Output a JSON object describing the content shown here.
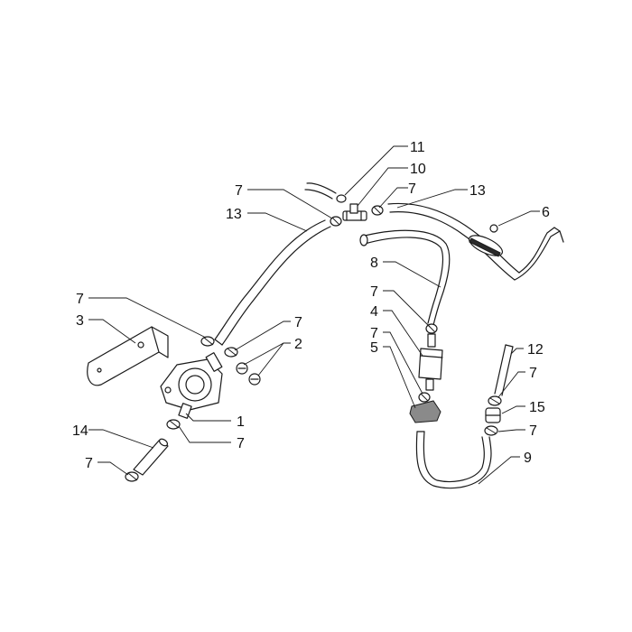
{
  "callouts": [
    {
      "id": "c11a",
      "text": "11"
    },
    {
      "id": "c10a",
      "text": "10"
    },
    {
      "id": "c7a",
      "text": "7"
    },
    {
      "id": "c7b",
      "text": "7"
    },
    {
      "id": "c13a",
      "text": "13"
    },
    {
      "id": "c13b",
      "text": "13"
    },
    {
      "id": "c6a",
      "text": "6"
    },
    {
      "id": "c8a",
      "text": "8"
    },
    {
      "id": "c7c",
      "text": "7"
    },
    {
      "id": "c4a",
      "text": "4"
    },
    {
      "id": "c7d",
      "text": "7"
    },
    {
      "id": "c5a",
      "text": "5"
    },
    {
      "id": "c7e",
      "text": "7"
    },
    {
      "id": "c3a",
      "text": "3"
    },
    {
      "id": "c7f",
      "text": "7"
    },
    {
      "id": "c2a",
      "text": "2"
    },
    {
      "id": "c12a",
      "text": "12"
    },
    {
      "id": "c7g",
      "text": "7"
    },
    {
      "id": "c15a",
      "text": "15"
    },
    {
      "id": "c7h",
      "text": "7"
    },
    {
      "id": "c1a",
      "text": "1"
    },
    {
      "id": "c7i",
      "text": "7"
    },
    {
      "id": "c14a",
      "text": "14"
    },
    {
      "id": "c9a",
      "text": "9"
    },
    {
      "id": "c7j",
      "text": "7"
    }
  ]
}
